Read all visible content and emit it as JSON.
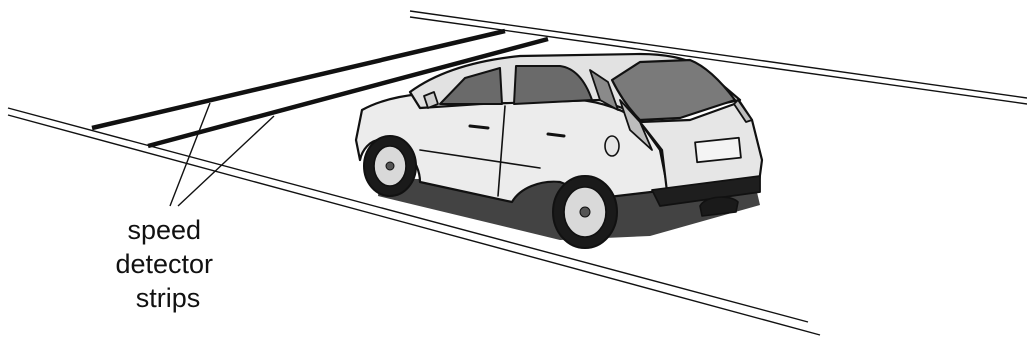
{
  "figure": {
    "label_lines": [
      "speed",
      "detector",
      "strips"
    ]
  },
  "colors": {
    "line": "#111111",
    "car_body": "#ececec",
    "car_shade": "#d2d2d2",
    "glass": "#6a6a6a",
    "tyre": "#1a1a1a",
    "background": "#ffffff"
  }
}
